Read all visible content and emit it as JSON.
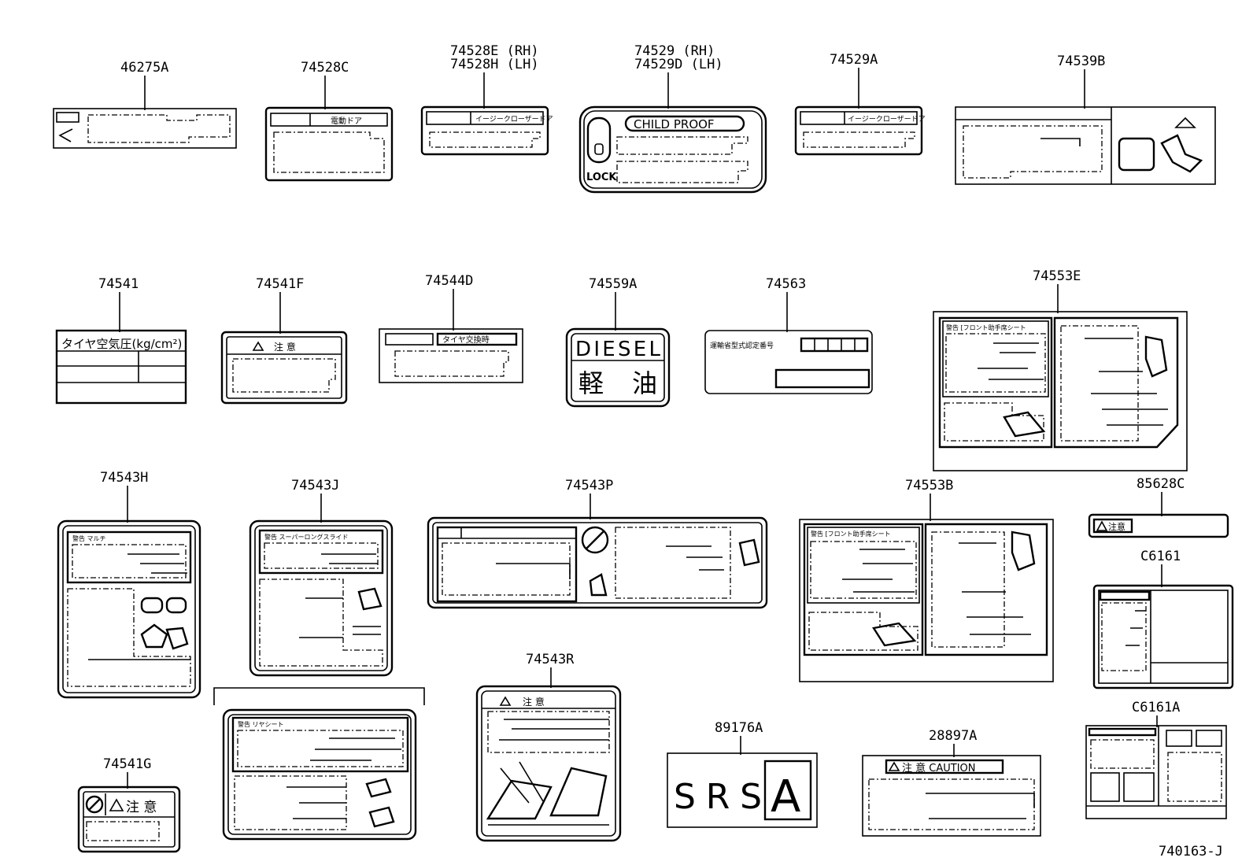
{
  "parts": {
    "p46275A": "46275A",
    "p74528C": "74528C",
    "p74528E": "74528E (RH)",
    "p74528H": "74528H (LH)",
    "p74529": "74529  (RH)",
    "p74529D": "74529D (LH)",
    "p74529A": "74529A",
    "p74539B": "74539B",
    "p74541": "74541",
    "p74541F": "74541F",
    "p74544D": "74544D",
    "p74559A": "74559A",
    "p74563": "74563",
    "p74553E": "74553E",
    "p74543H": "74543H",
    "p74543J": "74543J",
    "p74543P": "74543P",
    "p74553B": "74553B",
    "p85628C": "85628C",
    "pC6161": "C6161",
    "p74543R": "74543R",
    "p89176A": "89176A",
    "p28897A": "28897A",
    "pC6161A": "C6161A",
    "p74541G": "74541G"
  },
  "label_text": {
    "child_proof": "CHILD PROOF",
    "lock": "LOCK",
    "diesel": "DIESEL",
    "keiyu": "軽油",
    "tire_pressure": "タイヤ空気圧(kg/cm²)",
    "chui": "注 意",
    "chui_caution": "注 意 CAUTION",
    "srs": "SRS",
    "srs_a": "A",
    "easy_close": "イージークローザードア",
    "dendo_door": "電動ドア",
    "tire_kousei": "タイヤ交換時",
    "keikoku_front": "警告 [フロント助手席シート",
    "keikoku_rear": "警告  リヤシート",
    "keikoku_multi": "警告 マルチ",
    "keikoku_side": "警告 スーパーロングスライド",
    "chui_small": "注意",
    "unten_ninshou": "運輸省型式認定番号"
  },
  "diagram_id": "740163-J"
}
